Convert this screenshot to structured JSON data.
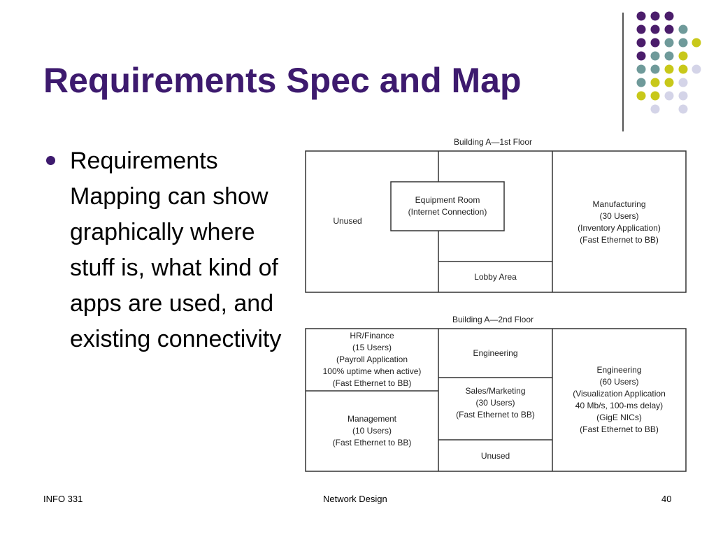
{
  "slide": {
    "title": "Requirements Spec and Map",
    "bullet": "Requirements Mapping can show graphically where stuff is, what kind of apps are used, and existing connectivity"
  },
  "diagram": {
    "floor1": {
      "title": "Building A—1st Floor",
      "unused": "Unused",
      "equipment_room": [
        "Equipment Room",
        "(Internet Connection)"
      ],
      "lobby": "Lobby Area",
      "manufacturing": [
        "Manufacturing",
        "(30 Users)",
        "(Inventory Application)",
        "(Fast Ethernet to BB)"
      ]
    },
    "floor2": {
      "title": "Building A—2nd Floor",
      "hr_finance": [
        "HR/Finance",
        "(15 Users)",
        "(Payroll Application",
        "100% uptime when active)",
        "(Fast Ethernet to BB)"
      ],
      "management": [
        "Management",
        "(10 Users)",
        "(Fast Ethernet to BB)"
      ],
      "engineering_small": "Engineering",
      "sales_marketing": [
        "Sales/Marketing",
        "(30 Users)",
        "(Fast Ethernet to BB)"
      ],
      "unused": "Unused",
      "engineering_large": [
        "Engineering",
        "(60 Users)",
        "(Visualization Application",
        "40 Mb/s, 100-ms delay)",
        "(GigE NICs)",
        "(Fast Ethernet to BB)"
      ]
    }
  },
  "footer": {
    "left": "INFO 331",
    "center": "Network Design",
    "right": "40"
  },
  "colors": {
    "title": "#3d1a6e",
    "purple_dot": "#4b1d6b",
    "teal_dot": "#6f9a9a",
    "yellow_dot": "#c8c81a",
    "lavender_dot": "#d4d4e8"
  }
}
